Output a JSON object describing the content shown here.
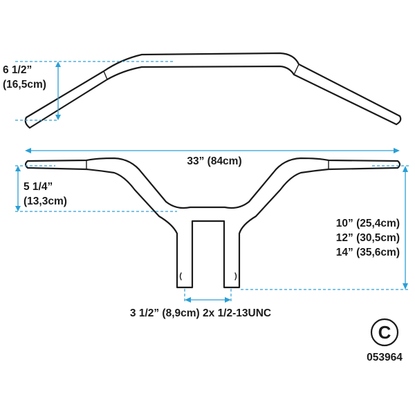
{
  "diagram": {
    "rise_label_in": "6 1/2”",
    "rise_label_cm": "(16,5cm)",
    "width_label": "33” (84cm)",
    "pullback_label_in": "5 1/4”",
    "pullback_label_cm": "(13,3cm)",
    "height_options": [
      "10” (25,4cm)",
      "12” (30,5cm)",
      "14” (35,6cm)"
    ],
    "mount_label": "3 1/2” (8,9cm) 2x 1/2-13UNC",
    "badge_letter": "C",
    "part_number": "053964"
  },
  "colors": {
    "dimension_line": "#2a9fd6",
    "outline": "#1a1a1a",
    "background": "#ffffff"
  }
}
